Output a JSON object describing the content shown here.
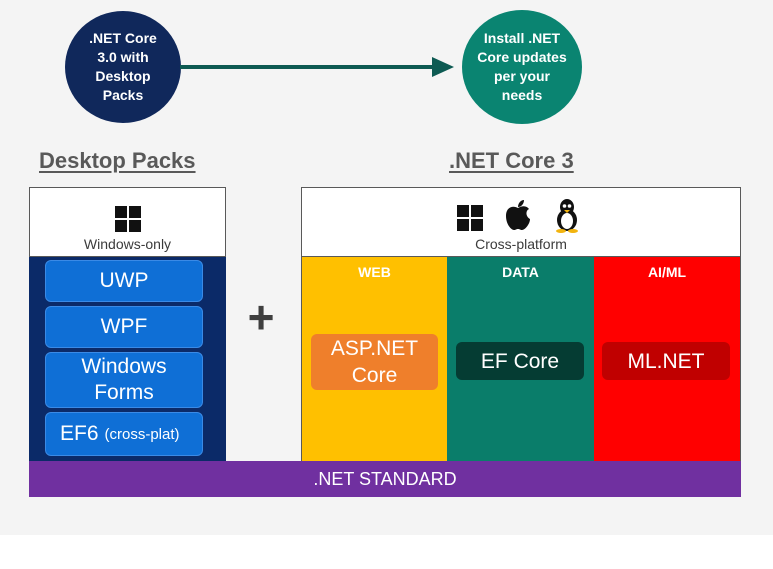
{
  "steps": {
    "first": {
      "lines": [
        ".NET Core",
        "3.0 with",
        "Desktop",
        "Packs"
      ]
    },
    "second": {
      "lines": [
        "Install .NET",
        "Core updates",
        "per your",
        "needs"
      ]
    }
  },
  "desktop": {
    "heading": "Desktop Packs",
    "caption": "Windows-only",
    "icon": "windows-logo",
    "items": [
      {
        "label": "UWP"
      },
      {
        "label": "WPF"
      },
      {
        "label_lines": [
          "Windows",
          "Forms"
        ]
      },
      {
        "label": "EF6",
        "note": "(cross-plat)"
      }
    ]
  },
  "plus": "+",
  "core": {
    "heading": ".NET Core 3",
    "caption": "Cross-platform",
    "icons": [
      "windows-logo",
      "apple-logo",
      "linux-tux"
    ],
    "columns": [
      {
        "header": "WEB",
        "tile_lines": [
          "ASP.NET",
          "Core"
        ]
      },
      {
        "header": "DATA",
        "tile": "EF Core"
      },
      {
        "header": "AI/ML",
        "tile": "ML.NET"
      }
    ]
  },
  "standard": ".NET STANDARD",
  "colors": {
    "navy": "#10285b",
    "teal": "#0a8471",
    "desktop_bg": "#0b2a68",
    "pill_blue": "#0f6fd6",
    "web": "#ffc000",
    "web_tile": "#ef7f2b",
    "data": "#0a7d6a",
    "data_tile": "#053c33",
    "aiml": "#ff0000",
    "aiml_tile": "#c00000",
    "standard": "#7030a0"
  }
}
